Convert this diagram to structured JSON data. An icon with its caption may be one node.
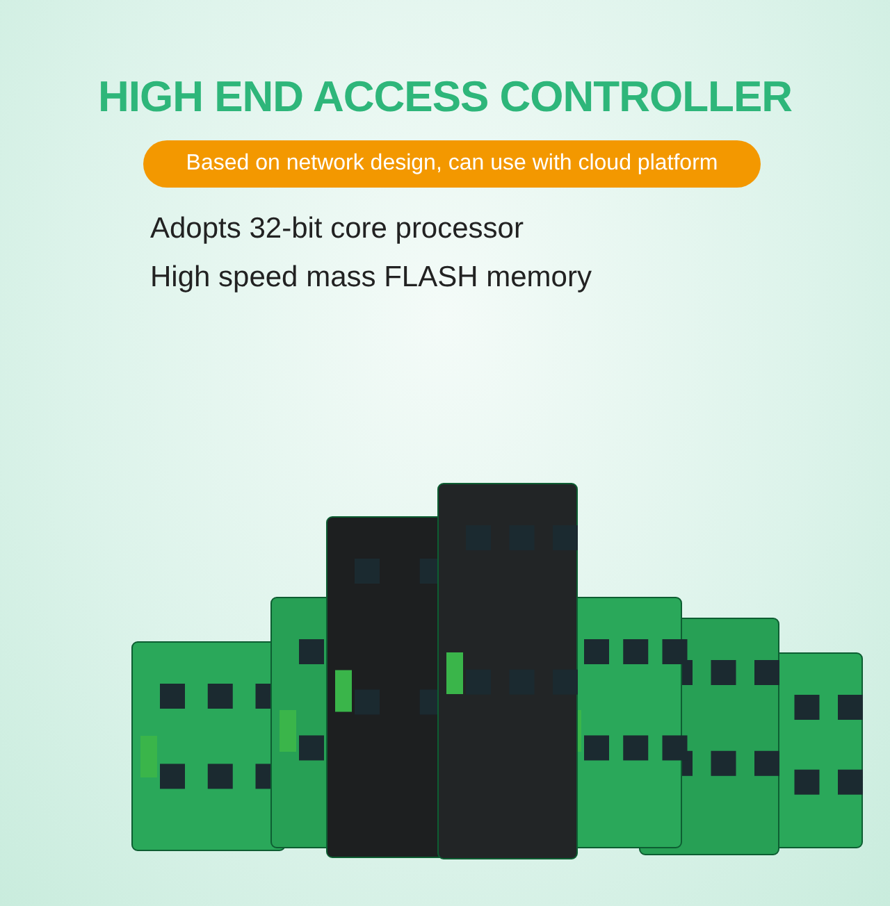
{
  "diagram": {
    "title": "HIGH END ACCESS CONTROLLER",
    "nodes": [
      {
        "text": [
          "Based on network design, can use with cloud platform"
        ]
      }
    ],
    "labels": [
      "Adopts 32-bit core processor",
      "High speed mass FLASH memory"
    ]
  }
}
